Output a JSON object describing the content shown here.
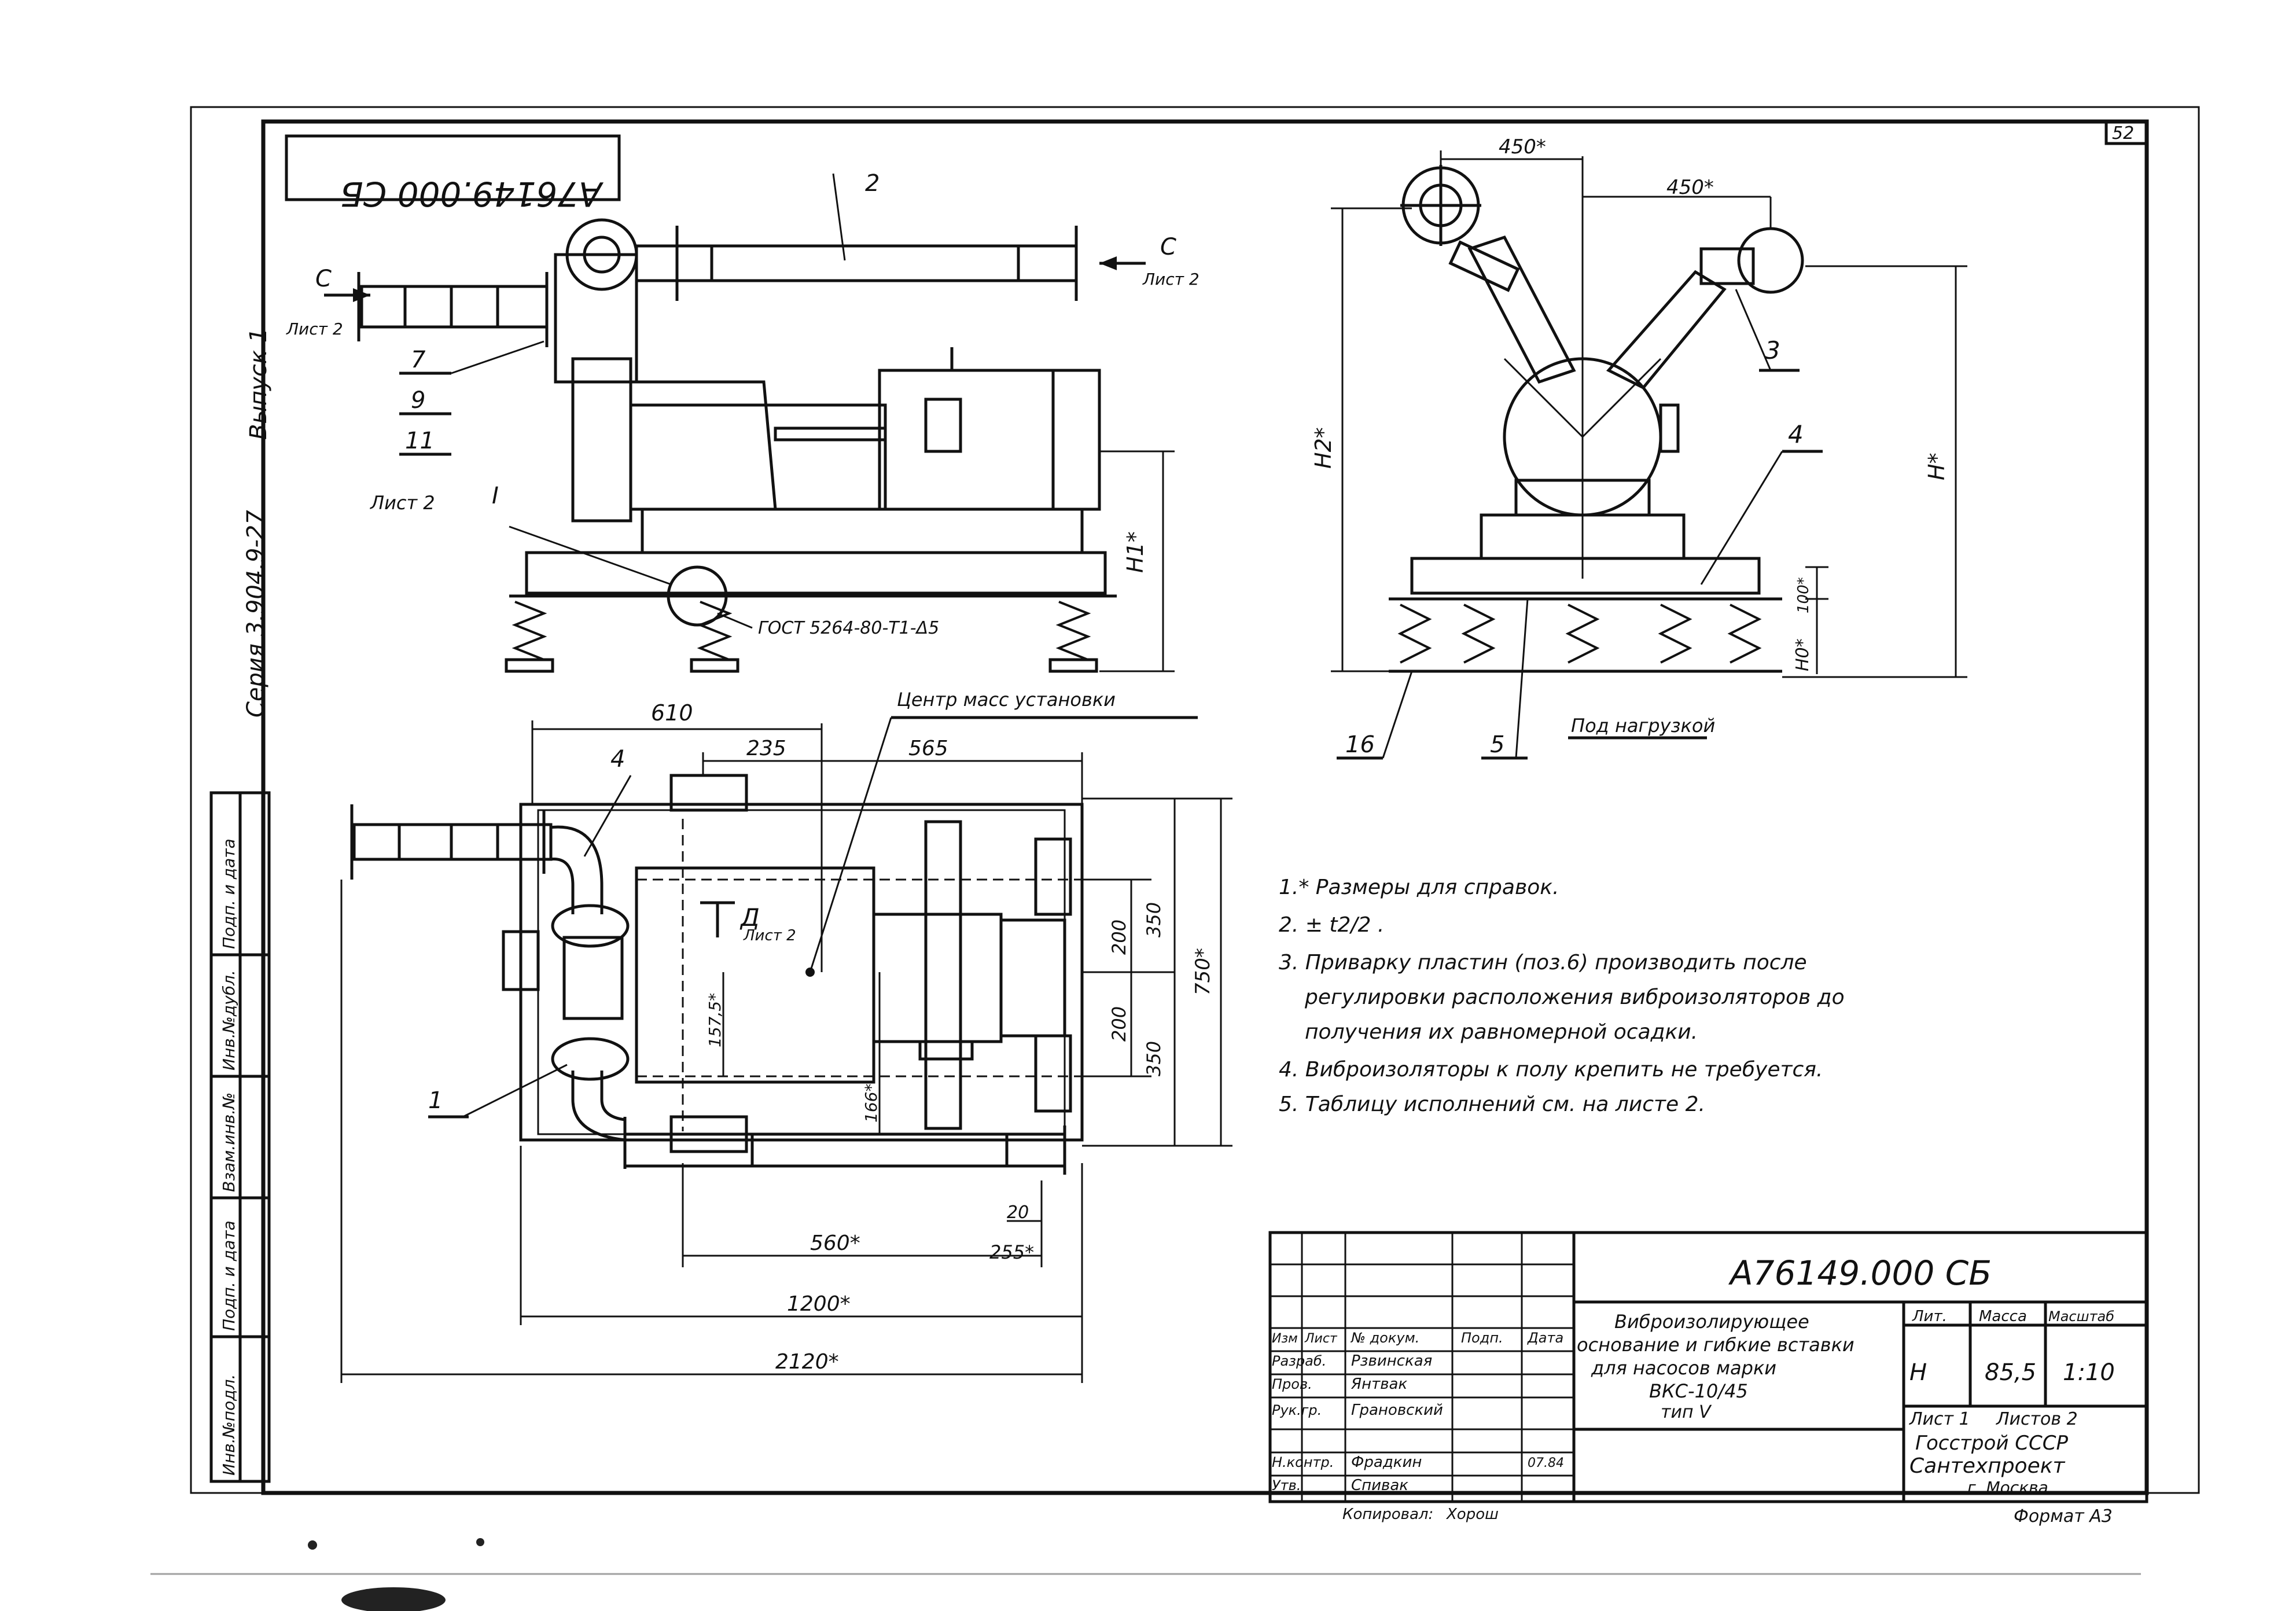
{
  "sheet_number": "52",
  "header_stamp_mirrored": "А76149.000 СБ",
  "side_stamp": {
    "series": "Серия 3.904.9-27",
    "issue": "Выпуск 1",
    "column_labels": [
      "Инв.№подл.",
      "Подп. и дата",
      "Взам.инв.№",
      "Инв.№дубл.",
      "Подп. и дата"
    ]
  },
  "side_view": {
    "section_left": "С",
    "section_right": "С",
    "sheet_ref_left": "Лист 2",
    "sheet_ref_right": "Лист 2",
    "item_2": "2",
    "items_stack": [
      "7",
      "9",
      "11"
    ],
    "detail_ref": "Лист 2",
    "detail_mark": "I",
    "gost_label": "ГОСТ 5264-80-Т1-Δ5",
    "h1_label": "H1*"
  },
  "end_view": {
    "dim_top_1": "450*",
    "dim_top_2": "450*",
    "item_3": "3",
    "item_4": "4",
    "h2_label": "H2*",
    "h_label": "H*",
    "dim_100": "100*",
    "h0_label": "H0*",
    "item_16": "16",
    "item_5": "5",
    "under_load": "Под нагрузкой"
  },
  "plan_view": {
    "center_label": "Центр масс установки",
    "dim_610": "610",
    "dim_235": "235",
    "dim_565": "565",
    "item_4": "4",
    "item_1": "1",
    "section_d": "Д",
    "section_d_ref": "Лист 2",
    "dim_157": "157,5*",
    "dim_166": "166*",
    "dim_200a": "200",
    "dim_350a": "350",
    "dim_200b": "200",
    "dim_350b": "350",
    "dim_750": "750*",
    "dim_20": "20",
    "dim_560": "560*",
    "dim_255": "255*",
    "dim_1200": "1200*",
    "dim_2120": "2120*"
  },
  "notes": [
    "1.* Размеры для справок.",
    "2. ± t2/2 .",
    "3. Приварку пластин (поз.6) производить после",
    "регулировки расположения виброизоляторов до",
    "получения их равномерной осадки.",
    "4. Виброизоляторы к полу крепить не требуется.",
    "5. Таблицу исполнений см. на листе 2."
  ],
  "title_block": {
    "doc_number": "А76149.000 СБ",
    "title_lines": [
      "Виброизолирующее",
      "основание и гибкие вставки",
      "для насосов марки",
      "ВКС-10/45",
      "тип V"
    ],
    "col_headers": [
      "Изм",
      "Лист",
      "№ докум.",
      "Подп.",
      "Дата"
    ],
    "roles": [
      {
        "role": "Разраб.",
        "name": "Рзвинская"
      },
      {
        "role": "Пров.",
        "name": "Янтвак"
      },
      {
        "role": "Рук.гр.",
        "name": "Грановский"
      },
      {
        "role": "Н.контр.",
        "name": "Фрадкин",
        "date": "07.84"
      },
      {
        "role": "Утв.",
        "name": "Спивак"
      }
    ],
    "lit_header": "Лит.",
    "mass_header": "Масса",
    "scale_header": "Масштаб",
    "lit_value": "Н",
    "mass_value": "85,5",
    "scale_value": "1:10",
    "sheet_label": "Лист 1",
    "sheets_total": "Листов 2",
    "org_1": "Госстрой СССР",
    "org_2": "Сантехпроект",
    "org_3": "г. Москва",
    "copied_label": "Копировал:",
    "copied_name": "Хорош",
    "format_label": "Формат А3"
  }
}
